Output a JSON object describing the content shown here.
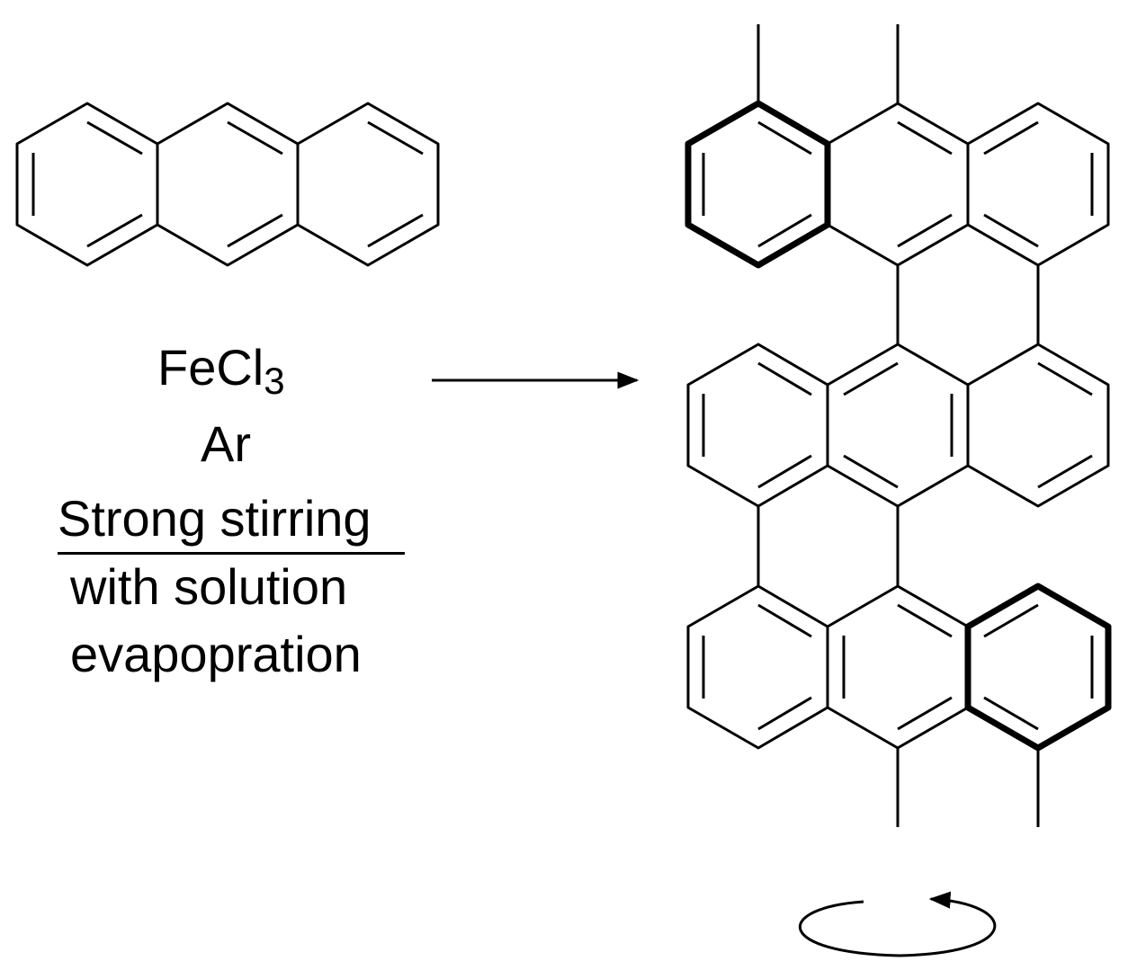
{
  "conditions": {
    "reagent": "FeCl",
    "reagent_subscript": "3",
    "atmosphere": "Ar",
    "line_underlined": "Strong stirring",
    "line_2": "with solution",
    "line_3": "evapopration"
  },
  "colors": {
    "ink": "#000000",
    "background": "#ffffff"
  }
}
